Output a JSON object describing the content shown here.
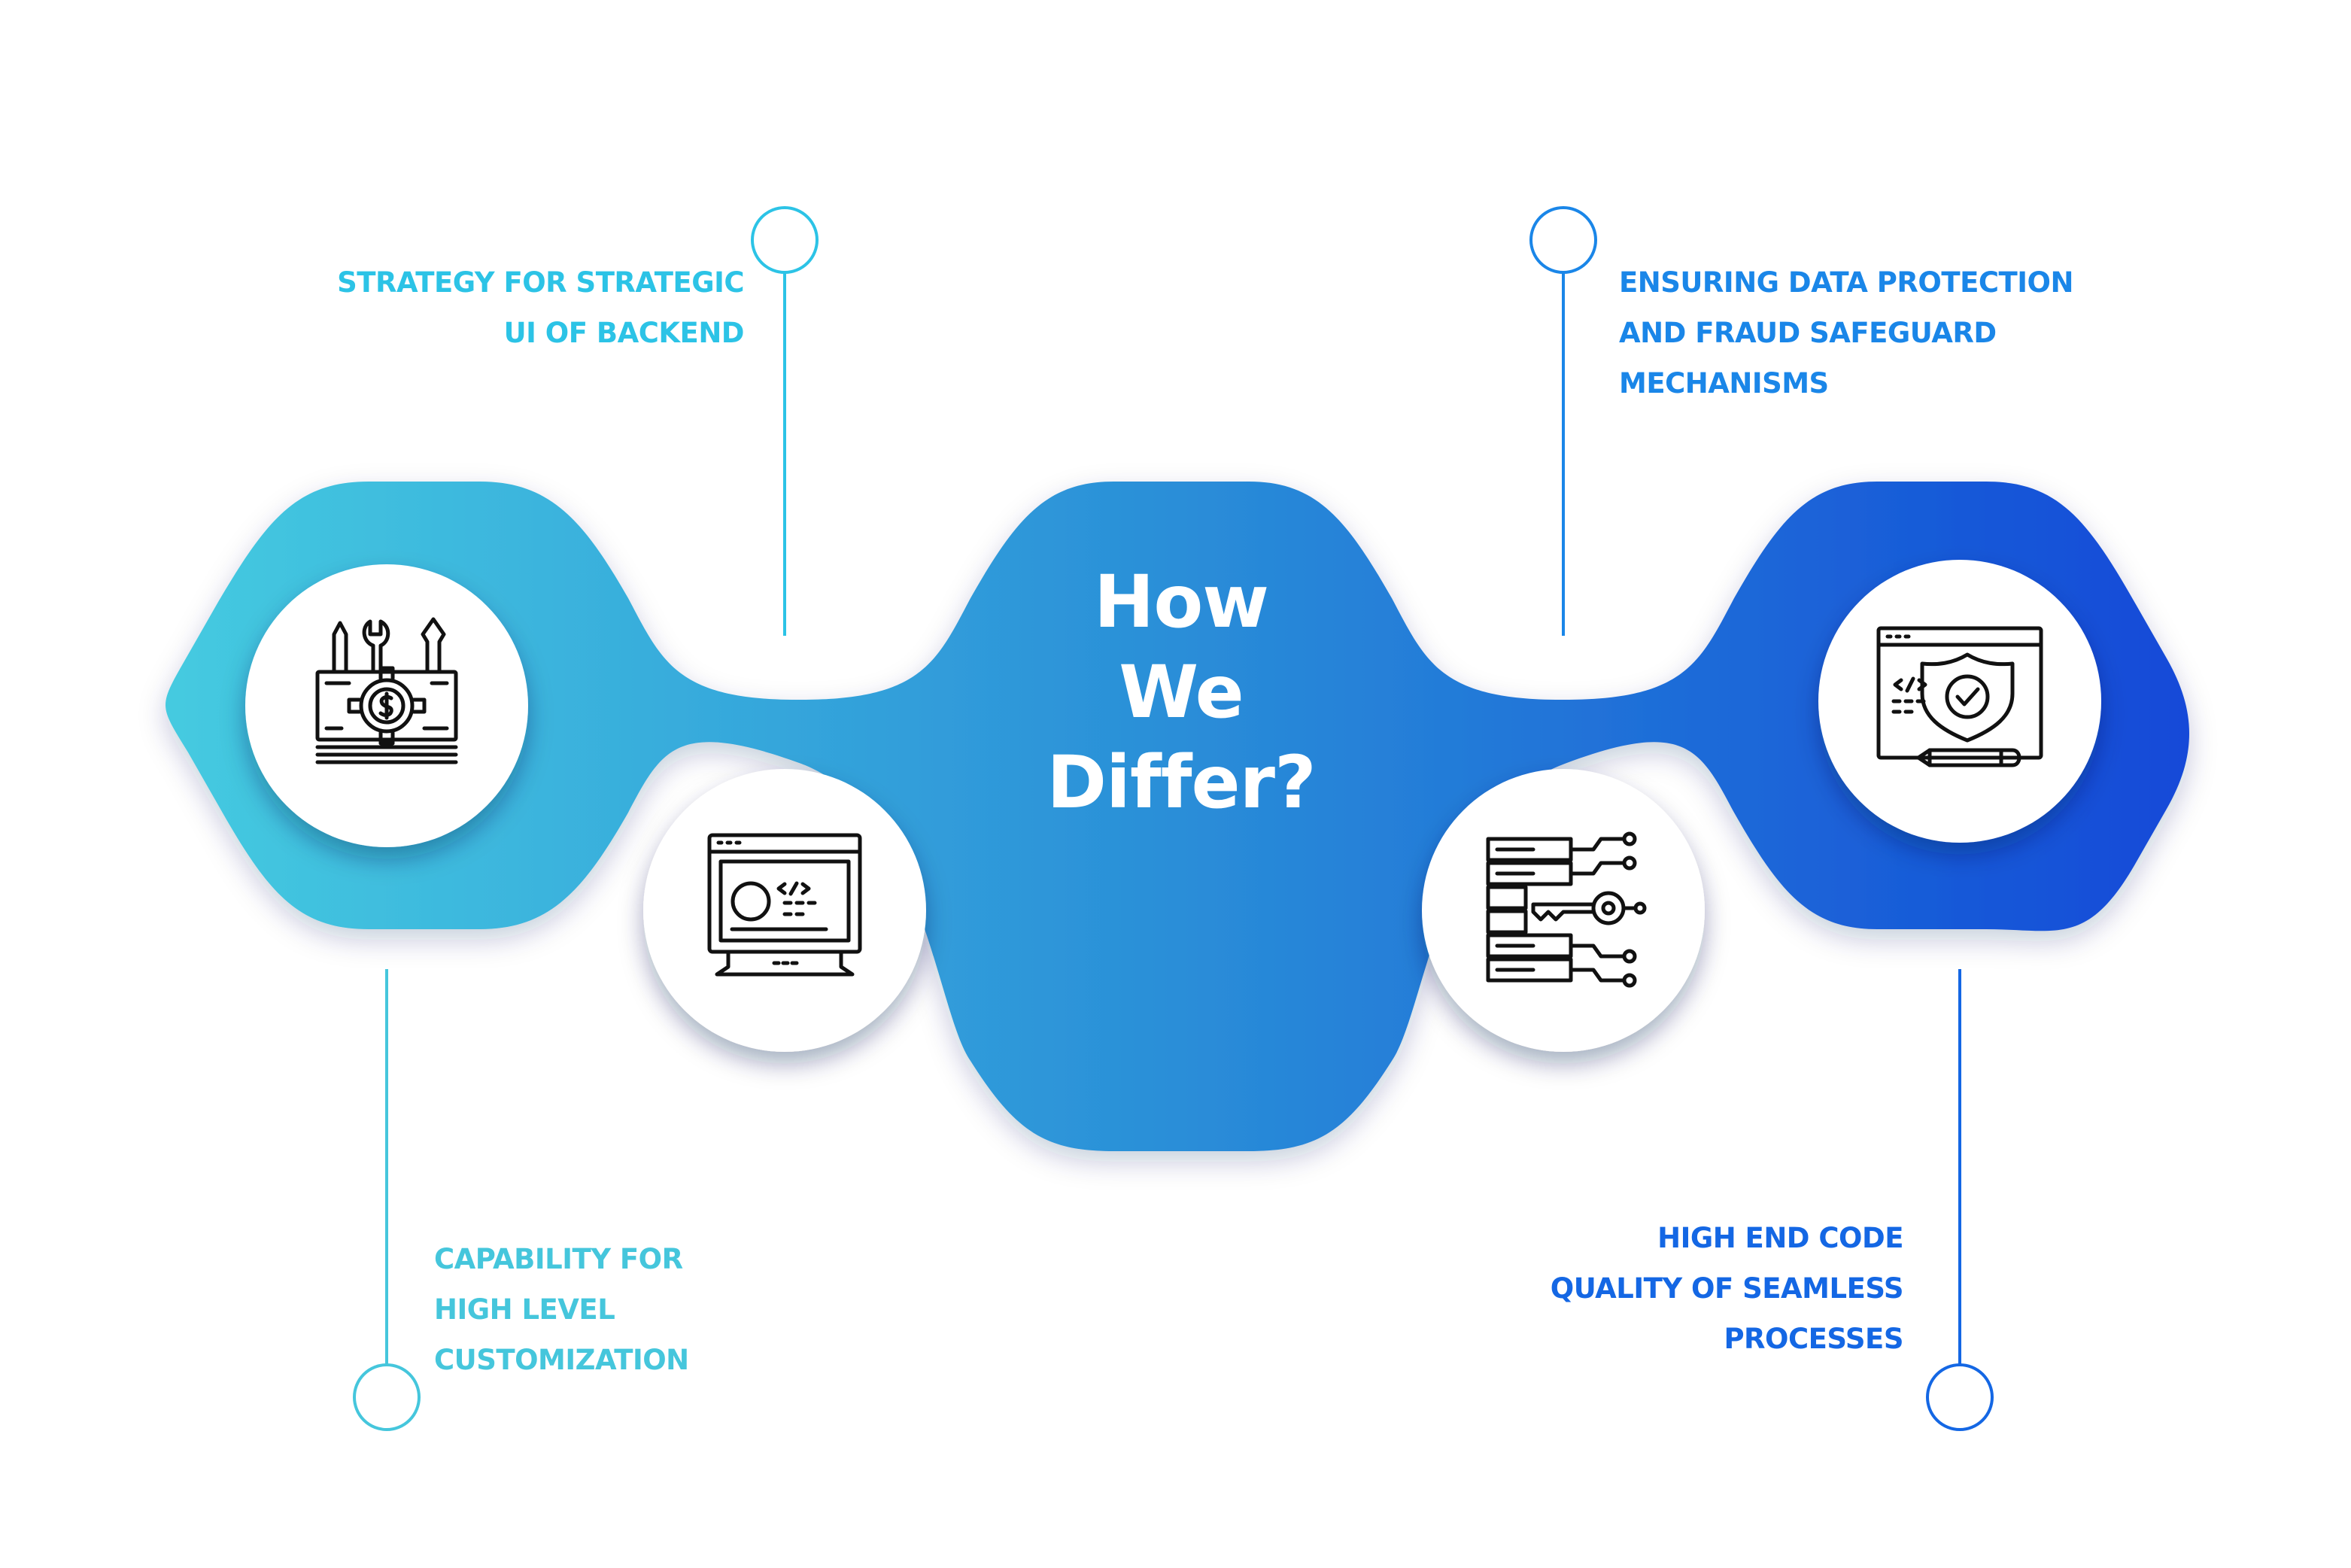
{
  "title": {
    "lines": [
      "How",
      "We",
      "Differ?"
    ]
  },
  "features": [
    {
      "id": "strategy",
      "lines": [
        "STRATEGY FOR STRATEGIC",
        "UI OF BACKEND"
      ],
      "icon": "tools-gear-money-icon",
      "color": "#2cc3e6"
    },
    {
      "id": "customization",
      "lines": [
        "CAPABILITY FOR",
        "HIGH LEVEL",
        "CUSTOMIZATION"
      ],
      "icon": "code-monitor-icon",
      "color": "#45c6dc"
    },
    {
      "id": "security",
      "lines": [
        "ENSURING DATA PROTECTION",
        "AND FRAUD SAFEGUARD",
        "MECHANISMS"
      ],
      "icon": "server-key-icon",
      "color": "#1a86e8"
    },
    {
      "id": "quality",
      "lines": [
        "HIGH END CODE",
        "QUALITY OF SEAMLESS",
        "PROCESSES"
      ],
      "icon": "code-shield-pencil-icon",
      "color": "#1467e4"
    }
  ],
  "colors": {
    "gradient_start": "#45cbe0",
    "gradient_mid": "#2a8ed8",
    "gradient_end": "#1249d8",
    "icon_stroke": "#111111",
    "circle_fill": "#ffffff"
  }
}
